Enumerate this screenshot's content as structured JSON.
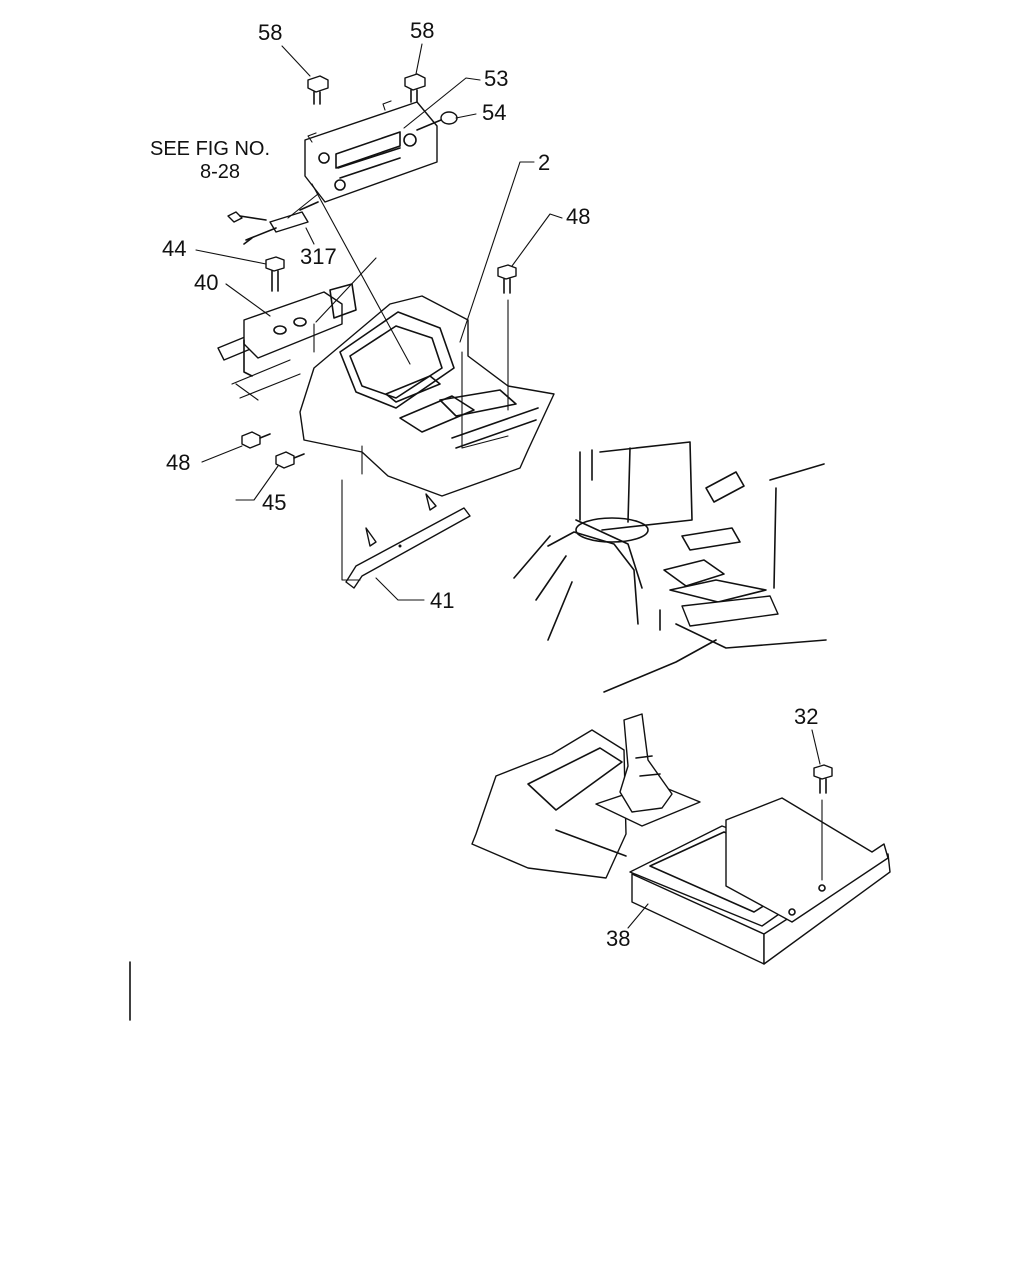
{
  "labels": {
    "l58a": "58",
    "l58b": "58",
    "l53": "53",
    "l54": "54",
    "see_fig_1": "SEE FIG NO.",
    "see_fig_2": "8-28",
    "l2": "2",
    "l48a": "48",
    "l44": "44",
    "l317": "317",
    "l40": "40",
    "l48b": "48",
    "l45": "45",
    "l41": "41",
    "l32": "32",
    "l38": "38"
  }
}
